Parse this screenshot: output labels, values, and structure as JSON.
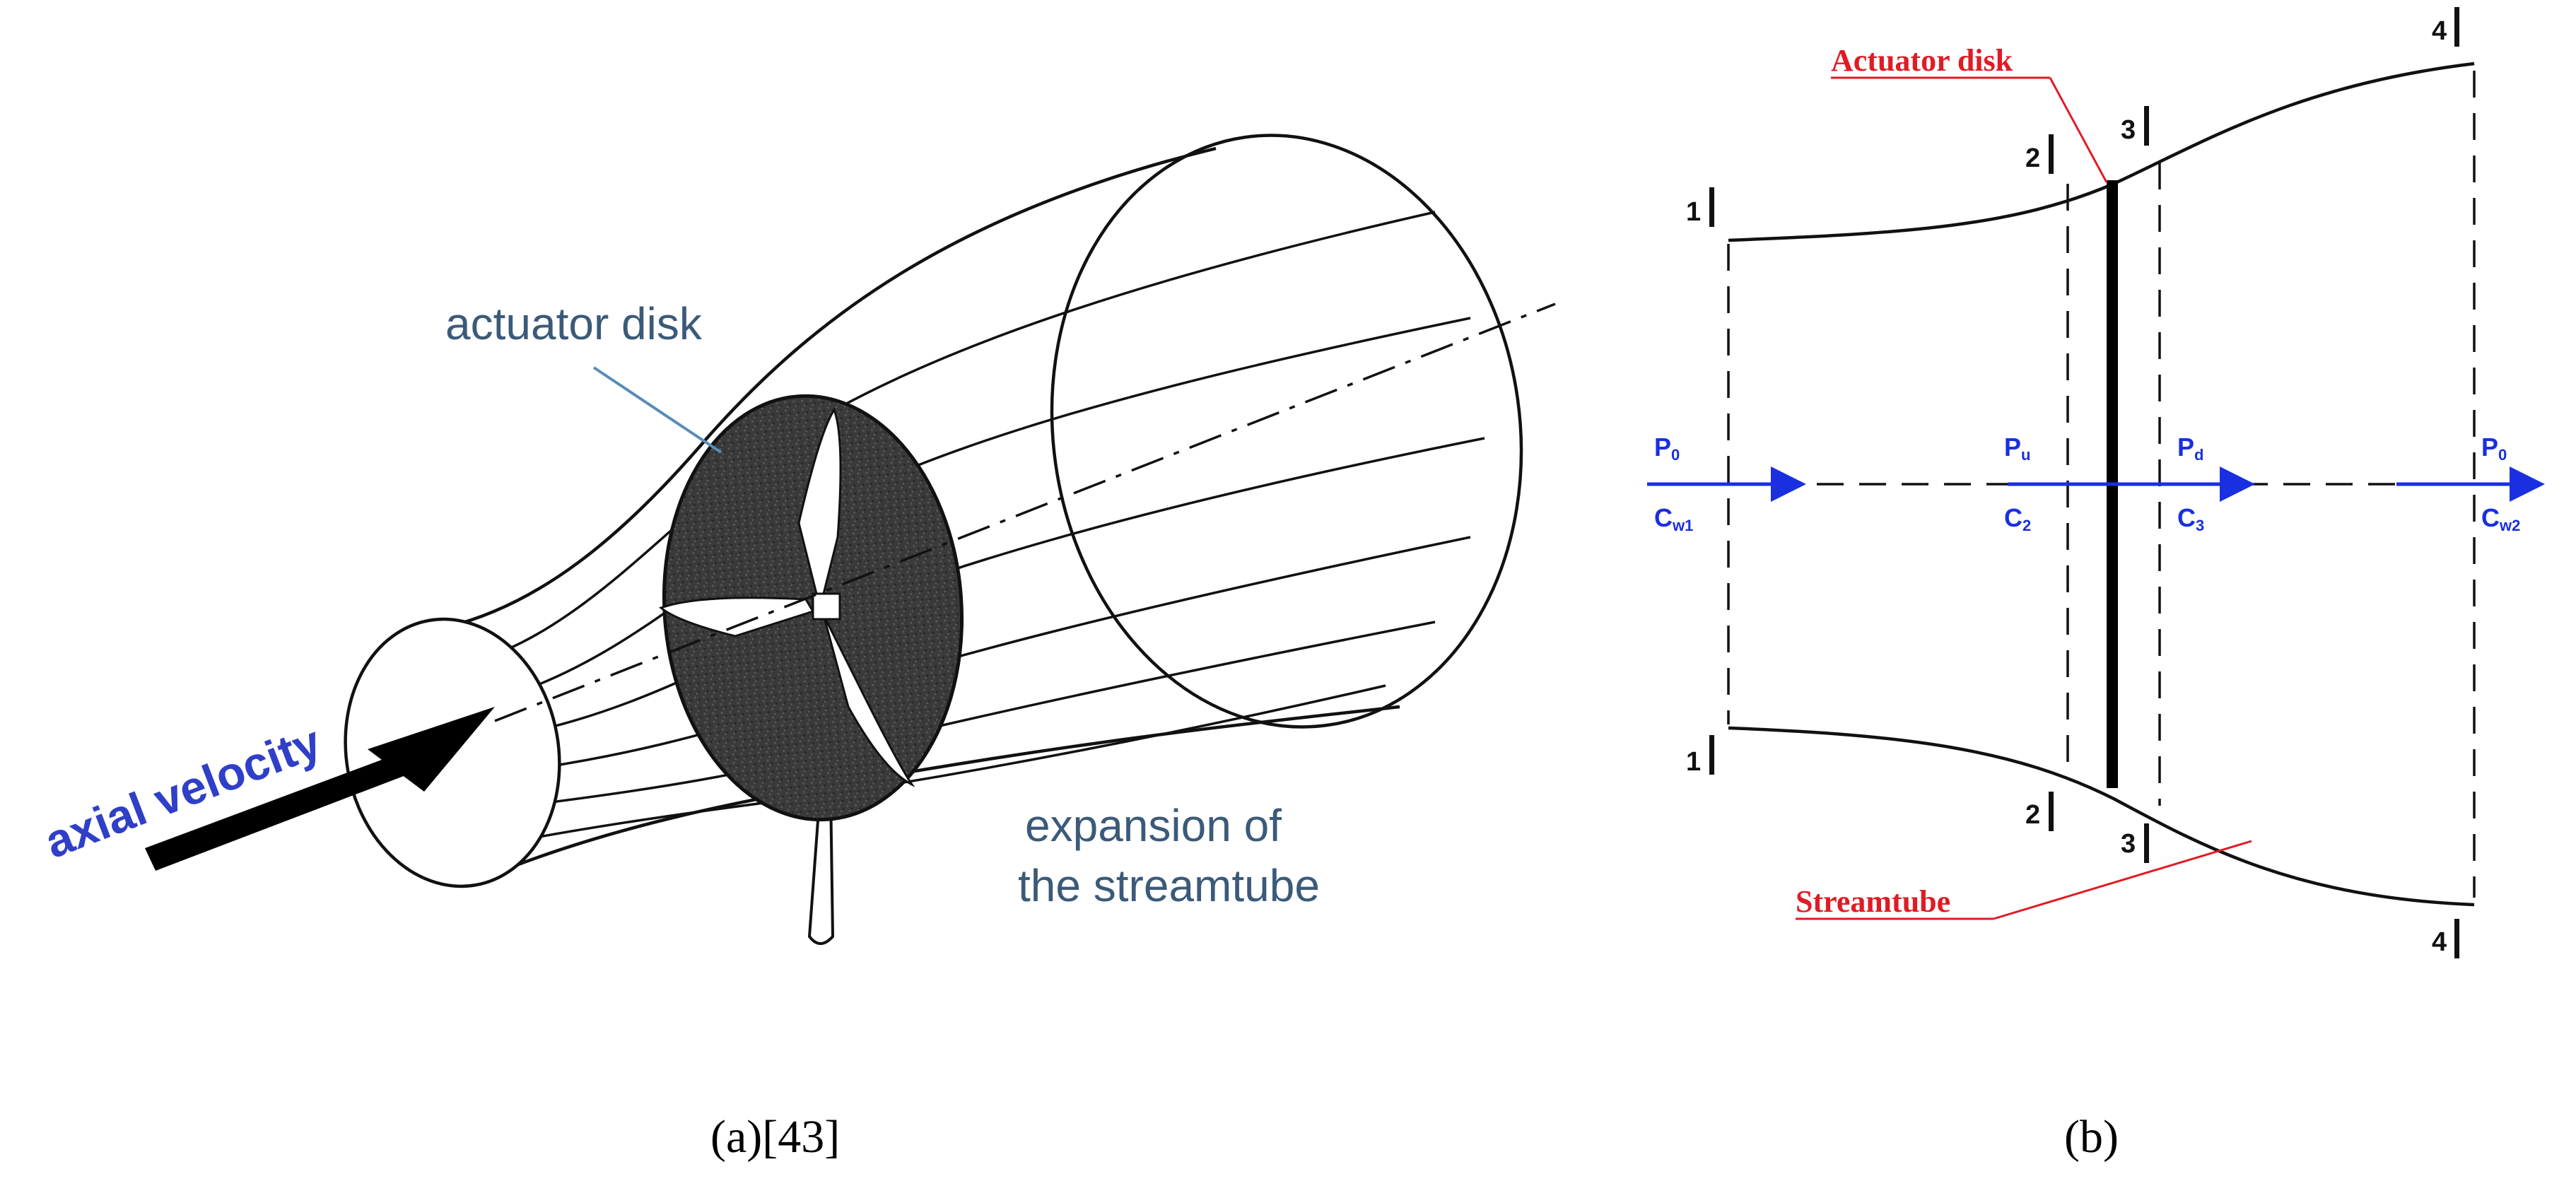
{
  "panel_a": {
    "label_disk": "actuator disk",
    "label_axial": "axial velocity",
    "label_expansion_line1": "expansion of",
    "label_expansion_line2": "the streamtube",
    "caption_prefix": "(a)",
    "caption_ref": "[43]"
  },
  "panel_b": {
    "label_disk": "Actuator disk",
    "label_streamtube": "Streamtube",
    "section_numbers": [
      "1",
      "2",
      "3",
      "4"
    ],
    "pressures": [
      {
        "main": "P",
        "sub": "0"
      },
      {
        "main": "P",
        "sub": "u"
      },
      {
        "main": "P",
        "sub": "d"
      },
      {
        "main": "P",
        "sub": "0"
      }
    ],
    "velocities": [
      {
        "main": "C",
        "sub": "w1"
      },
      {
        "main": "C",
        "sub": "2"
      },
      {
        "main": "C",
        "sub": "3"
      },
      {
        "main": "C",
        "sub": "w2"
      }
    ],
    "caption": "(b)"
  },
  "colors": {
    "flow_blue": "#1a2fe0",
    "annotation_red": "#e01b24",
    "label_slate": "#3b5a7a",
    "axial_blue": "#2f3fc8"
  }
}
